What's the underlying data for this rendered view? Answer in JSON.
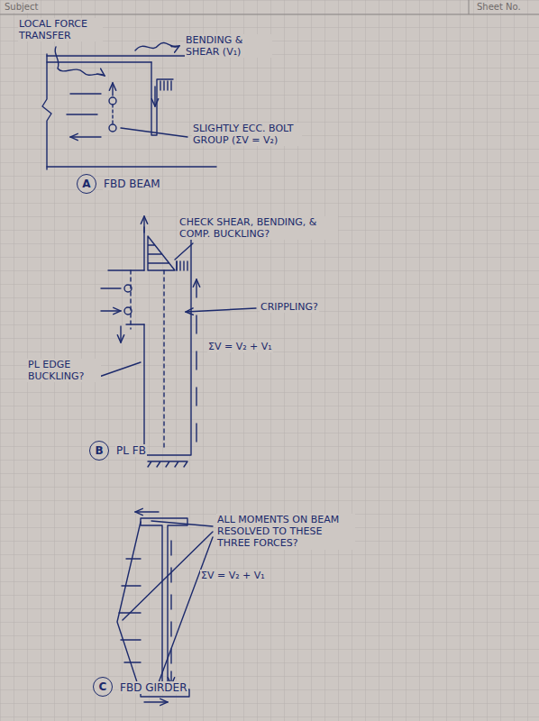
{
  "diagram": {
    "nodes": [
      {
        "text": [
          "A"
        ]
      },
      {
        "text": [
          "B"
        ]
      },
      {
        "text": [
          "C"
        ]
      }
    ],
    "labels": [
      "Subject",
      "Sheet No.",
      "LOCAL FORCE TRANSFER",
      "BENDING & SHEAR (V₁)",
      "SLIGHTLY ECC. BOLT GROUP (ΣV = V₂)",
      "FBD BEAM",
      "CHECK SHEAR, BENDING, & COMP. BUCKLING?",
      "CRIPPLING?",
      "ΣV = V₂ + V₁",
      "PL EDGE BUCKLING?",
      "PL FB",
      "ALL MOMENTS ON BEAM RESOLVED TO THESE THREE FORCES?",
      "ΣV = V₂ + V₁",
      "FBD GIRDER"
    ]
  }
}
